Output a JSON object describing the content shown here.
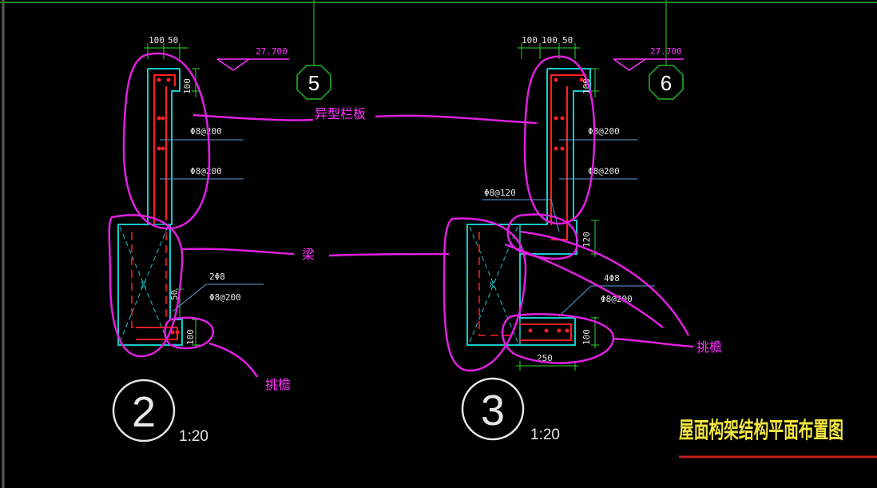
{
  "colors": {
    "background": "#000000",
    "annotation": "#ff33ff",
    "concrete": "#19c8c8",
    "rebar": "#ff2020",
    "text": "#e6e6e6",
    "title": "#f2e641",
    "axis_line": "#1f8a1f"
  },
  "elevations": {
    "left": "27.700",
    "right": "27.700"
  },
  "axis_bubbles": {
    "left": "5",
    "right": "6"
  },
  "annotations": {
    "parapet": "异型栏板",
    "beam": "梁",
    "eave_left": "挑檐",
    "eave_right": "挑檐"
  },
  "section_2": {
    "number": "2",
    "scale": "1:20",
    "dims": {
      "top_a": "100",
      "top_b": "50",
      "side_top": "100",
      "side_mid": "50",
      "side_bottom": "100"
    },
    "rebar": {
      "r1": "Φ8@200",
      "r2": "Φ8@200",
      "r3": "2Φ8",
      "r4": "Φ8@200"
    }
  },
  "section_3": {
    "number": "3",
    "scale": "1:20",
    "dims": {
      "top_a": "100",
      "top_b": "100",
      "top_c": "50",
      "side_top": "100",
      "side_mid": "120",
      "side_bottom": "100",
      "bottom": "250"
    },
    "rebar": {
      "r1": "Φ8@200",
      "r2": "Φ8@200",
      "r3": "Φ8@120",
      "r4": "4Φ8",
      "r5": "Φ8@200"
    }
  },
  "drawing_title": "屋面构架结构平面布置图"
}
